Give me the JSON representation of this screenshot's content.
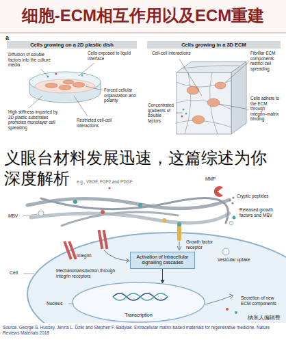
{
  "diagram": {
    "title": "细胞-ECM相互作用以及ECM重建",
    "caption": "Source: George S. Hussey, Jenna L. Dziki and Stephen F. Badylak. Extracellular matrix-based materials for regenerative medicine. Nature Reviews Materials 2018",
    "nodes": [
      {
        "text": [
          "Cells growing on a 2D plastic dish"
        ]
      },
      {
        "text": [
          "Cells growing in a 3D ECM"
        ]
      },
      {
        "text": [
          "Activation of intracellular signalling cascades"
        ]
      },
      {
        "text": [
          "Transcription"
        ]
      }
    ],
    "edges": [
      {
        "from": 2,
        "to": 3,
        "arrow": "to"
      }
    ],
    "labels": [
      "a",
      "Diffusion of soluble factors into the culture media",
      "Cells exposed to liquid interface",
      "Forced cellular organization and polarity",
      "High stiffness imparted by 2D plastic substrates promotes monolayer cell spreading",
      "Restricted cell-cell interactions",
      "Cell-cell interactions",
      "Fibrillar ECM components restrict cell spreading",
      "Concentrated gradients of soluble factors",
      "Cells adhere to the ECM through integrin–matrix binding",
      "义眼台材料发展迅速，这篇综述为你深度解析",
      "e.g., VEGF, FGF2 and PDGF",
      "MMP",
      "Cryptic peptides",
      "MBV",
      "Released growth factors and MBV",
      "Integrin",
      "Growth factor receptor",
      "Vesicular uptake",
      "Mechanotransduction through integrin receptors",
      "Cell",
      "Nucleus",
      "Secretion of new ECM components",
      "纳米人编辑整"
    ]
  }
}
